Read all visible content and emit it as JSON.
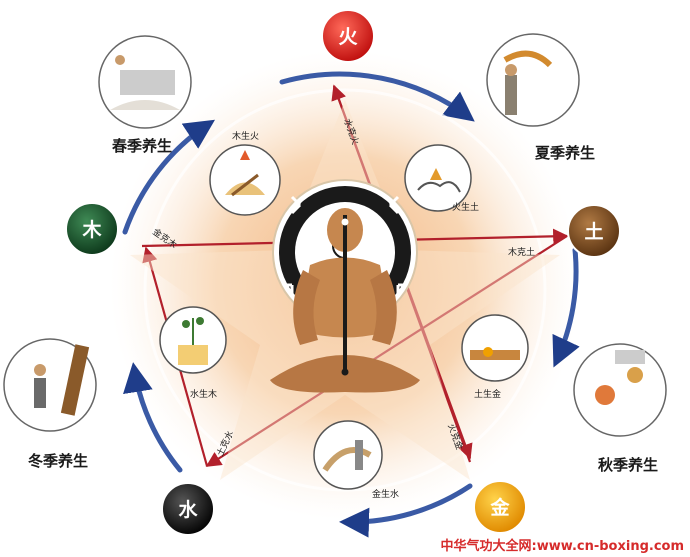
{
  "elements": {
    "fire": {
      "label": "火",
      "color": "#d81e1e"
    },
    "earth": {
      "label": "土",
      "color": "#7a4a1e"
    },
    "metal": {
      "label": "金",
      "color": "#f0a000"
    },
    "water": {
      "label": "水",
      "color": "#111111"
    },
    "wood": {
      "label": "木",
      "color": "#17502a"
    }
  },
  "seasons": {
    "spring": "春季养生",
    "summer": "夏季养生",
    "autumn": "秋季养生",
    "winter": "冬季养生"
  },
  "generating": {
    "wood_fire": "木生火",
    "fire_earth": "火生土",
    "earth_metal": "土生金",
    "metal_water": "金生水",
    "water_wood": "水生木"
  },
  "controlling": {
    "water_fire": "水克火",
    "wood_earth": "木克土",
    "fire_metal": "火克金",
    "earth_water": "土克水",
    "metal_wood": "金克木"
  },
  "watermark": "中华气功大全网:www.cn-boxing.com"
}
